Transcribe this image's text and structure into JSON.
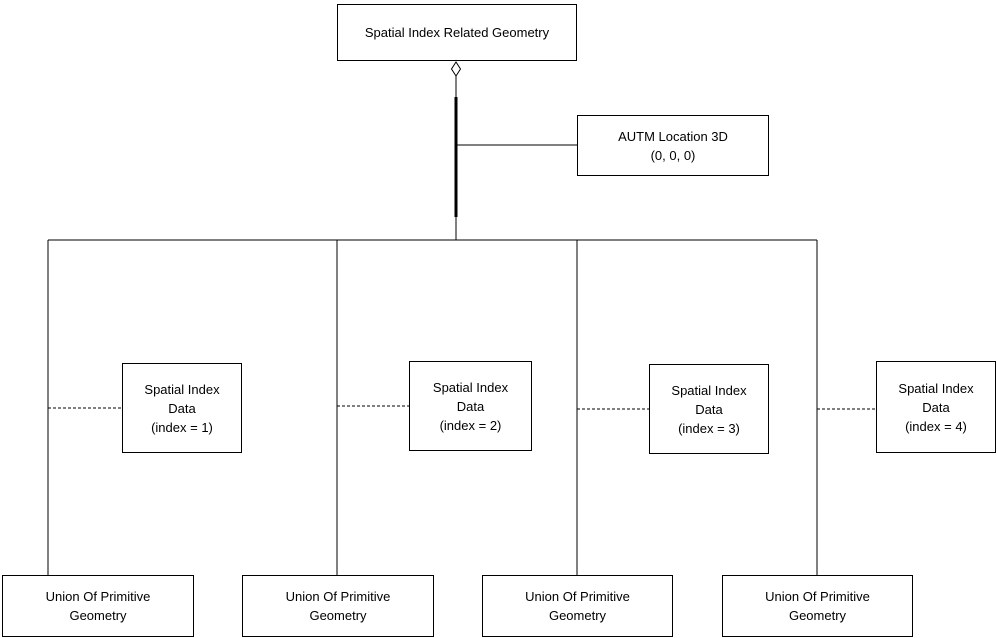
{
  "canvas": {
    "background_color": "#ffffff",
    "line_color": "#000000",
    "text_color": "#000000"
  },
  "nodes": {
    "root": {
      "label": "Spatial Index Related Geometry"
    },
    "autm": {
      "lines": [
        "AUTM Location 3D",
        "(0, 0, 0)"
      ]
    },
    "spatial_index": [
      {
        "lines": [
          "Spatial Index",
          "Data",
          "(index = 1)"
        ]
      },
      {
        "lines": [
          "Spatial Index",
          "Data",
          "(index = 2)"
        ]
      },
      {
        "lines": [
          "Spatial Index",
          "Data",
          "(index = 3)"
        ]
      },
      {
        "lines": [
          "Spatial Index",
          "Data",
          "(index = 4)"
        ]
      }
    ],
    "union": [
      {
        "lines": [
          "Union Of Primitive",
          "Geometry"
        ]
      },
      {
        "lines": [
          "Union Of Primitive",
          "Geometry"
        ]
      },
      {
        "lines": [
          "Union Of Primitive",
          "Geometry"
        ]
      },
      {
        "lines": [
          "Union Of Primitive",
          "Geometry"
        ]
      }
    ]
  }
}
